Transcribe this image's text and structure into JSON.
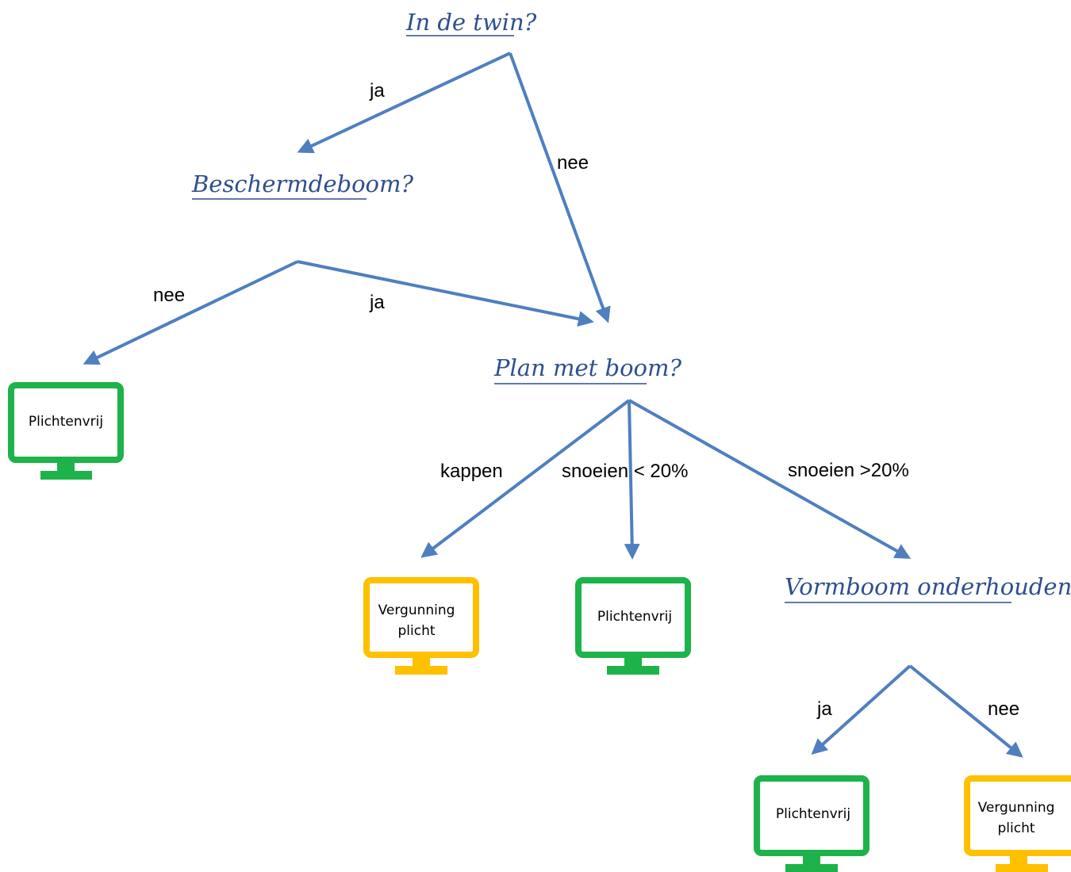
{
  "questions": {
    "q1": "In de twin?",
    "q2": "Beschermdeboom?",
    "q3": "Plan met boom?",
    "q4": "Vormboom onderhouden?"
  },
  "edge_labels": {
    "q1_ja": "ja",
    "q1_nee": "nee",
    "q2_nee": "nee",
    "q2_ja": "ja",
    "q3_kappen": "kappen",
    "q3_snoeien_lt": "snoeien < 20%",
    "q3_snoeien_gt": "snoeien >20%",
    "q4_ja": "ja",
    "q4_nee": "nee"
  },
  "outcomes": {
    "o1": {
      "line1": "Plichtenvrij",
      "line2": ""
    },
    "o2": {
      "line1": "Vergunning",
      "line2": "plicht"
    },
    "o3": {
      "line1": "Plichtenvrij",
      "line2": ""
    },
    "o4": {
      "line1": "Plichtenvrij",
      "line2": ""
    },
    "o5": {
      "line1": "Vergunning",
      "line2": "plicht"
    }
  },
  "colors": {
    "arrow": "#4f7fbf",
    "question_text": "#2e4f8f",
    "free_green": "#1db34a",
    "permit_yellow": "#ffc000"
  },
  "icons": {
    "outcome": "monitor-icon"
  }
}
